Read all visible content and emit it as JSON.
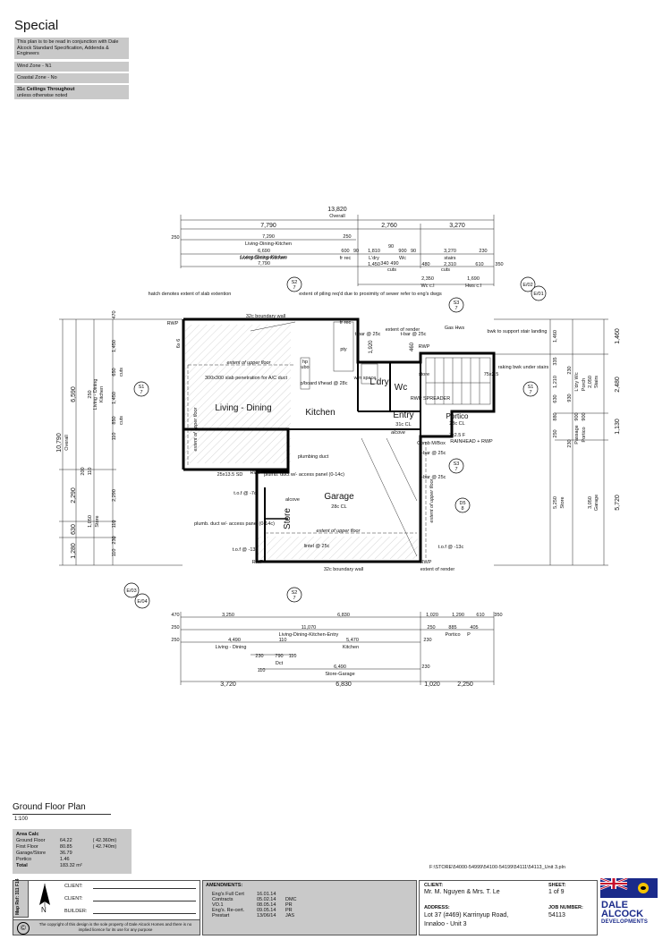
{
  "header": {
    "title": "Special",
    "notes": [
      "This plan is to be read in conjunction with Dale Alcock Standard Specification, Addenda & Engineers",
      "Wind Zone - N1",
      "Coastal Zone - No"
    ],
    "ceiling_note_bold": "31c Ceilings Throughout",
    "ceiling_note_sub": "unless otherwise noted"
  },
  "plan": {
    "dims_top": {
      "overall": "13,820",
      "overall_label": "Overall",
      "row1": [
        "7,790",
        "2,760",
        "3,270"
      ],
      "row2": [
        "250",
        "7,290",
        "250"
      ],
      "row2_label": "Living-Dining-Kitchen",
      "row3": [
        "6,690",
        "600",
        "90",
        "1,810",
        "90",
        "900",
        "90",
        "3,270",
        "230"
      ],
      "row3_labels": [
        "Living-Dining-Kitchen",
        "fr rec",
        "L'dry",
        "Wc",
        "stairs"
      ],
      "row4": [
        "7,790",
        "1,450",
        "340",
        "490",
        "480",
        "2,310",
        "610",
        "350"
      ],
      "row4_labels": [
        "Living-Dining-Kitchen",
        "cuts",
        "cuts"
      ],
      "row5": [
        "2,350",
        "1,690"
      ],
      "row5_labels": [
        "Wc c.l",
        "Hws c.l"
      ]
    },
    "dims_bottom": {
      "row1": [
        "470",
        "3,250",
        "6,830",
        "1,020",
        "1,290",
        "610",
        "350"
      ],
      "row2": [
        "250",
        "11,070",
        "250",
        "885",
        "405"
      ],
      "row2_label": "Living-Dining-Kitchen-Entry",
      "row2_sub": [
        "Portico",
        "P"
      ],
      "row3": [
        "250",
        "4,490",
        "110",
        "5,470",
        "230"
      ],
      "row3_labels": [
        "Living - Dining",
        "Kitchen"
      ],
      "row4": [
        "230",
        "790",
        "110"
      ],
      "row4_labels": [
        "Dct"
      ],
      "row5": [
        "110",
        "6,490",
        "230"
      ],
      "row5_label": "Store-Garage",
      "row6": [
        "3,720",
        "6,830",
        "1,020",
        "2,250"
      ]
    },
    "dims_left": {
      "overall": "10,790",
      "overall_label": "Overall",
      "main": [
        "6,590",
        "2,290",
        "630",
        "1,280"
      ],
      "sub": [
        "470",
        "250",
        "1,450",
        "650",
        "1,450",
        "850",
        "110",
        "200",
        "110",
        "1,050",
        "2,290",
        "110",
        "230",
        "110"
      ],
      "labels": [
        "Living - Dining",
        "Kitchen",
        "Store",
        "cuts",
        "cuts"
      ]
    },
    "dims_right": {
      "main": [
        "1,460",
        "2,480",
        "1,130",
        "5,720"
      ],
      "sub": [
        "1,460",
        "335",
        "1,210",
        "930",
        "630",
        "250",
        "880",
        "900",
        "900",
        "2,050",
        "3,050",
        "5,250",
        "230",
        "230"
      ],
      "labels": [
        "L'dry Wc",
        "Passage",
        "Portico",
        "Stairs",
        "Garage",
        "Porch",
        "Store"
      ]
    },
    "rooms": [
      {
        "name": "Living - Dining"
      },
      {
        "name": "Kitchen"
      },
      {
        "name": "L'dry"
      },
      {
        "name": "Wc"
      },
      {
        "name": "Entry",
        "sub": "31c CL"
      },
      {
        "name": "Portico",
        "sub": "28c CL"
      },
      {
        "name": "Garage",
        "sub": "28c CL"
      },
      {
        "name": "Store"
      }
    ],
    "annotations": [
      "32c boundary wall",
      "32c boundary wall",
      "extent of upper floor",
      "extent of upper floor",
      "extent of upper floor",
      "extent of upper floor",
      "hatch denotes extent of slab extention",
      "300x300 slab penetration for A/C duct",
      "extent of piling req'd due to proximity of sewer refer to eng's dwgs",
      "bwk to support stair landing",
      "raking bwk under stairs",
      "plumbing duct",
      "plumb. duct w/- access panel (0-14c)",
      "plumb. duct w/- access panel (0-14c)",
      "alcove",
      "alcove",
      "t.o.f @ -7c",
      "t.o.f @ -13c",
      "t.o.f @ -13c",
      "lintel @ 25c",
      "t-bar @ 25c",
      "t-bar @ 25c",
      "t-bar @ 25c",
      "t-bar @ 25c",
      "extent of render",
      "extent of render",
      "RAINHEAD + RWP",
      "RWP",
      "RWP",
      "RWP",
      "RWP",
      "RWP",
      "Comb M/Box",
      "25x13.5 SD",
      "Gas Hws",
      "fr rec",
      "pty",
      "ubo",
      "hp",
      "p/board t/head @ 28c",
      "wm space",
      "store",
      "RWP SPREADER",
      "7x2.5 F",
      "75x2.5",
      "1,920",
      "460"
    ],
    "section_markers": [
      {
        "id": "S2",
        "sheet": "7"
      },
      {
        "id": "S3",
        "sheet": "7"
      },
      {
        "id": "S1",
        "sheet": "7"
      },
      {
        "id": "S1",
        "sheet": "7"
      },
      {
        "id": "S3",
        "sheet": "7"
      },
      {
        "id": "S2",
        "sheet": "7"
      },
      {
        "id": "D5",
        "sheet": "8"
      }
    ],
    "elevation_markers": [
      "E/02",
      "E/01",
      "E/03",
      "E/04"
    ],
    "wall_label": "6x 6"
  },
  "footer": {
    "plan_title": "Ground Floor Plan",
    "scale": "1:100",
    "area_calc": {
      "title": "Area Calc",
      "rows": [
        {
          "label": "Ground Floor",
          "value": "64.22",
          "extra": "( 42.360m)"
        },
        {
          "label": "First Floor",
          "value": "80.85",
          "extra": "( 42.740m)"
        },
        {
          "label": "Garage/Store",
          "value": "36.79",
          "extra": ""
        },
        {
          "label": "Portico",
          "value": "1.46",
          "extra": ""
        },
        {
          "label": "Total",
          "value": "183.32 m²",
          "extra": ""
        }
      ]
    },
    "file_path": "F:\\STORE\\54000-54999\\54100-54199\\54111\\54113_Unit 3.pln",
    "map_ref_label": "Map Ref:",
    "map_ref": "311 F14",
    "north": "N",
    "client_label": "CLIENT:",
    "client2_label": "CLIENT:",
    "builder_label": "BUILDER:",
    "copyright_symbol": "©",
    "copyright": "The copyright of this design is the sole property of Dale Alcock Homes and there is no implied licence for its use for any purpose",
    "amendments_title": "AMENDMENTS:",
    "amendments": [
      {
        "desc": "Eng's Full Cert",
        "date": "16.01.14",
        "by": ""
      },
      {
        "desc": "Contracts",
        "date": "05.02.14",
        "by": "DMC"
      },
      {
        "desc": "VO.1",
        "date": "08.05.14",
        "by": "PR"
      },
      {
        "desc": "Eng's. Re-cert.",
        "date": "09.05.14",
        "by": "PR"
      },
      {
        "desc": "Prestart",
        "date": "13/06/14",
        "by": "JAS"
      }
    ],
    "client_title": "CLIENT:",
    "client_name": "Mr. M. Nguyen & Mrs. T. Le",
    "address_title": "ADDRESS:",
    "address_line1": "Lot 37 (#469) Karrinyup Road,",
    "address_line2": "Innaloo - Unit 3",
    "sheet_title": "SHEET:",
    "sheet": "1 of 9",
    "job_title": "JOB NUMBER:",
    "job": "54113",
    "logo_line1": "DALE",
    "logo_line2": "ALCOCK",
    "logo_line3": "DEVELOPMENTS"
  }
}
